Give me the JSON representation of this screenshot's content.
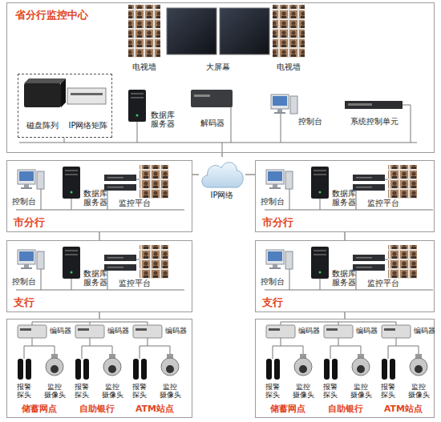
{
  "diagram": {
    "nodes": [
      {
        "text": [
          "省分行监控中心"
        ]
      },
      {
        "text": [
          "磁盘阵列",
          "IP网络矩阵"
        ],
        "in": 0
      },
      {
        "text": [
          "市分行"
        ]
      },
      {
        "text": [
          "IP网络"
        ]
      },
      {
        "text": [
          "市分行"
        ]
      },
      {
        "text": [
          "支行"
        ]
      },
      {
        "text": [
          "支行"
        ]
      },
      {
        "text": [
          "储蓄网点",
          "自助银行",
          "ATM站点"
        ]
      },
      {
        "text": [
          "储蓄网点",
          "自助银行",
          "ATM站点"
        ]
      }
    ],
    "edges": [
      {
        "from": 0,
        "to": 3,
        "arrow": "none"
      },
      {
        "from": 3,
        "to": 2,
        "arrow": "none"
      },
      {
        "from": 3,
        "to": 4,
        "arrow": "none"
      },
      {
        "from": 2,
        "to": 5,
        "arrow": "none"
      },
      {
        "from": 4,
        "to": 6,
        "arrow": "none"
      },
      {
        "from": 5,
        "to": 7,
        "arrow": "none"
      },
      {
        "from": 6,
        "to": 8,
        "arrow": "none"
      }
    ],
    "labels": [
      "电视墙",
      "大屏幕",
      "电视墙",
      "数据库 服务器",
      "解码器",
      "控制台",
      "系统控制单元",
      "控制台",
      "数据库 服务器",
      "监控平台",
      "控制台",
      "数据库 服务器",
      "监控平台",
      "控制台",
      "数据库 服务器",
      "监控平台",
      "控制台",
      "数据库 服务器",
      "监控平台",
      "编码器",
      "报警 探头",
      "监控 摄像头",
      "编码器",
      "报警 探头",
      "监控 摄像头",
      "编码器",
      "报警 探头",
      "监控 摄像头",
      "编码器",
      "报警 探头",
      "监控 摄像头",
      "编码器",
      "报警 探头",
      "监控 摄像头",
      "编码器",
      "报警 探头",
      "监控 摄像头"
    ]
  }
}
